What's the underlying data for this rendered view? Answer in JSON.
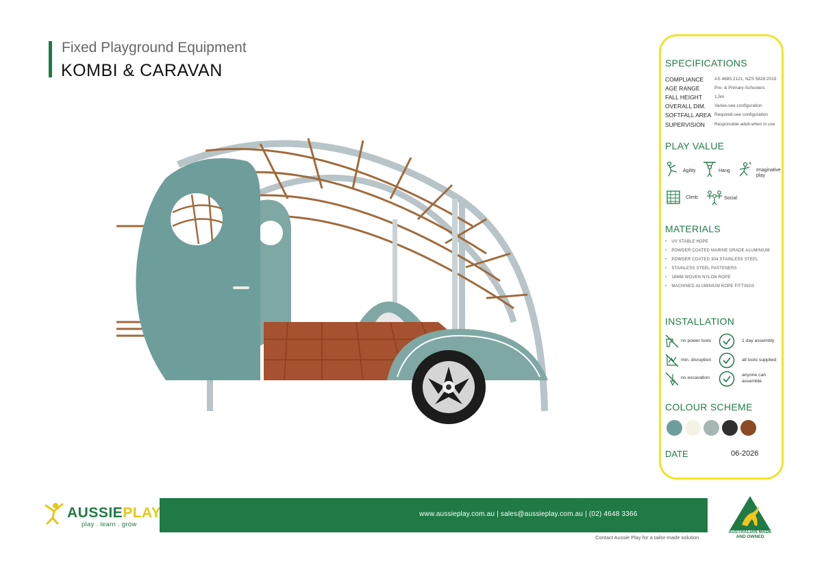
{
  "header": {
    "subtitle": "Fixed Playground Equipment",
    "title": "KOMBI & CARAVAN"
  },
  "specifications": {
    "title": "SPECIFICATIONS",
    "rows": [
      {
        "label": "COMPLIANCE",
        "value": "AS 4685:2121, NZS 5828:2015"
      },
      {
        "label": "AGE RANGE",
        "value": "Pre- & Primary-Schoolers"
      },
      {
        "label": "FALL HEIGHT",
        "value": "1,5m"
      },
      {
        "label": "OVERALL DIM.",
        "value": "Varies-see configuration"
      },
      {
        "label": "SOFTFALL AREA",
        "value": "Required-see configuration"
      },
      {
        "label": "SUPERVISION",
        "value": "Responsible adult-when in use"
      }
    ]
  },
  "play_value": {
    "title": "PLAY VALUE",
    "items": [
      {
        "label": "Agility",
        "icon": "agility-icon"
      },
      {
        "label": "Hang",
        "icon": "hang-icon"
      },
      {
        "label": "Imaginative play",
        "icon": "imaginative-play-icon"
      },
      {
        "label": "Climb",
        "icon": "climb-icon"
      },
      {
        "label": "Social",
        "icon": "social-icon"
      }
    ]
  },
  "materials": {
    "title": "MATERIALS",
    "items": [
      "UV STABLE HDPE",
      "POWDER COATED MARINE GRADE ALUMINIUM",
      "POWDER COATED 304 STAINLESS STEEL",
      "STAINLESS STEEL FASTENERS",
      "16MM WOVEN NYLON ROPE",
      "MACHINED ALUMINIUM ROPE FITTINGS"
    ]
  },
  "installation": {
    "title": "INSTALLATION",
    "left": [
      "no power tools",
      "min. disruption",
      "no excavation"
    ],
    "right": [
      "1 day assembly",
      "all tools supplied",
      "anyone can assemble"
    ]
  },
  "colour_scheme": {
    "title": "COLOUR SCHEME",
    "colors": [
      "#6e9e9b",
      "#f4f2e4",
      "#a7b6b4",
      "#2f2f2f",
      "#8b4a24"
    ]
  },
  "date": {
    "label": "DATE",
    "value": "06-2026"
  },
  "footer": {
    "contact": "www.aussieplay.com.au   |   sales@aussieplay.com.au   |   (02) 4648 3366",
    "note": "Contact Aussie Play for a tailor-made solution"
  },
  "logo": {
    "word_a": "AUSSIE",
    "word_b": "PLAY",
    "tagline": "play . learn . grow"
  },
  "badge": {
    "line1": "AUSTRALIAN MADE",
    "line2": "AND OWNED"
  },
  "colors": {
    "brand_green": "#1f7a45",
    "brand_yellow": "#f2e22a"
  }
}
